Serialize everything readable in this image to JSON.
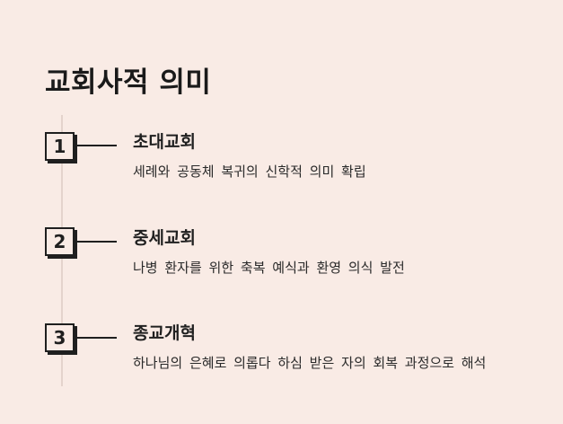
{
  "page": {
    "title": "교회사적 의미"
  },
  "timeline": {
    "items": [
      {
        "number": "1",
        "title": "초대교회",
        "description": "세례와 공동체 복귀의 신학적 의미 확립"
      },
      {
        "number": "2",
        "title": "중세교회",
        "description": "나병 환자를 위한 축복 예식과 환영 의식 발전"
      },
      {
        "number": "3",
        "title": "종교개혁",
        "description": "하나님의 은혜로 의롭다 하심 받은 자의 회복 과정으로 해석"
      }
    ]
  },
  "colors": {
    "background": "#f9ebe5",
    "text": "#1f1f1f",
    "timeline_line": "#e4d3cc"
  }
}
